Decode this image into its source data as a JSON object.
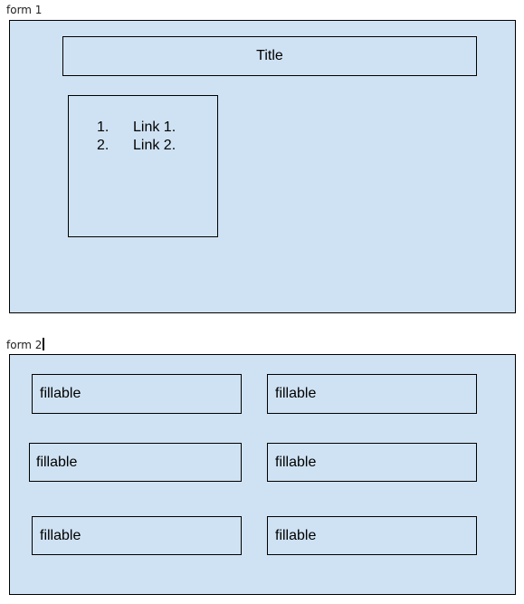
{
  "form1": {
    "caption": "form 1",
    "title": "Title",
    "links": [
      {
        "number": "1.",
        "label": "Link 1."
      },
      {
        "number": "2.",
        "label": "Link 2."
      }
    ]
  },
  "form2": {
    "caption": "form 2",
    "fields": [
      {
        "label": "fillable"
      },
      {
        "label": "fillable"
      },
      {
        "label": "fillable"
      },
      {
        "label": "fillable"
      },
      {
        "label": "fillable"
      },
      {
        "label": "fillable"
      }
    ]
  },
  "colors": {
    "panel_fill": "#cfe2f3",
    "border": "#000000"
  }
}
